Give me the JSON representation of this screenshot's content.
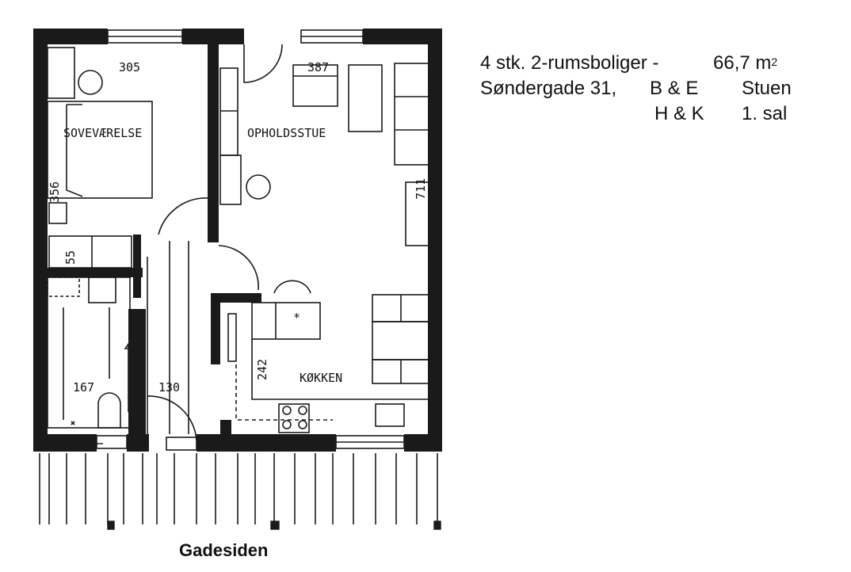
{
  "plan": {
    "rooms": {
      "bedroom": "SOVEVÆRELSE",
      "living": "OPHOLDSSTUE",
      "kitchen": "KØKKEN"
    },
    "dimensions": {
      "bedroom_width": "305",
      "living_width": "387",
      "bedroom_depth": "356",
      "living_depth": "711",
      "closet_depth": "55",
      "kitchen_depth": "242",
      "bath_width": "167",
      "hall_width": "130"
    },
    "street_label": "Gadesiden"
  },
  "info": {
    "line1_left": "4 stk. 2-rumsboliger -",
    "line1_area": "66,7 m",
    "line1_unit_sup": "2",
    "line2_address": "Søndergade 31,",
    "line2_units": "B & E",
    "line2_floor": "Stuen",
    "line3_units": "H & K",
    "line3_floor": "1. sal"
  }
}
